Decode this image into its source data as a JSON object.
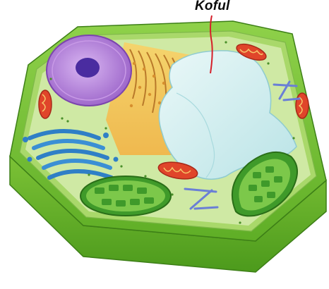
{
  "diagram": {
    "labels": {
      "vacuole_label": "Koful"
    },
    "structures": [
      {
        "name": "cell-wall",
        "color": "#6fbf2e"
      },
      {
        "name": "cell-membrane",
        "color": "#a9d86a"
      },
      {
        "name": "cytoplasm",
        "color": "#c9e79a"
      },
      {
        "name": "nucleus",
        "color": "#b07ad8"
      },
      {
        "name": "nucleolus",
        "color": "#4a2ca0"
      },
      {
        "name": "endoplasmic-reticulum",
        "color": "#e8a93a"
      },
      {
        "name": "golgi-apparatus",
        "color": "#2f7fc6"
      },
      {
        "name": "vacuole",
        "color": "#cfeef0"
      },
      {
        "name": "chloroplast",
        "color": "#3f9a2a"
      },
      {
        "name": "mitochondrion",
        "color": "#e0452a"
      },
      {
        "name": "microtubule",
        "color": "#6a7fd6"
      }
    ]
  }
}
